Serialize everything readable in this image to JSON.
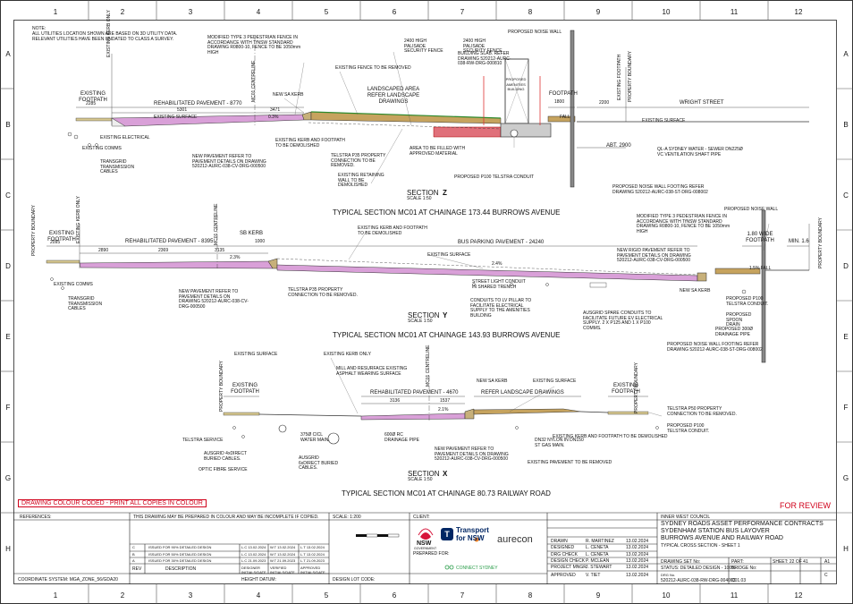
{
  "grid": {
    "columns": [
      "1",
      "2",
      "3",
      "4",
      "5",
      "6",
      "7",
      "8",
      "9",
      "10",
      "11",
      "12"
    ],
    "rows": [
      "A",
      "B",
      "C",
      "D",
      "E",
      "F",
      "G",
      "H"
    ]
  },
  "note": {
    "line1": "NOTE:",
    "line2": "ALL UTILITIES LOCATION SHOWN ARE BASED ON 3D UTILITY DATA.",
    "line3": "RELEVANT UTILITIES HAVE BEEN UNDATED TO CLASS A SURVEY."
  },
  "section_z": {
    "existing_footpath": "EXISTING FOOTPATH",
    "existing_footpath_dim": "2285",
    "existing_kerb_only": "EXISTING KERB ONLY",
    "mc01_centreline": "MC01 CENTRELINE",
    "rehab_pavement": "REHABILITATED PAVEMENT - 8770",
    "dim_5301": "5301",
    "dim_3471": "3471",
    "new_sa_kerb": "NEW SA KERB",
    "slope": "0.3%",
    "existing_surface": "EXISTING SURFACE",
    "modified_fence": "MODIFIED TYPE 3 PEDESTRIAN FENCE IN ACCORDANCE WITH TfNSW STANDARD DRAWING R0800-10, FENCE TO BE 1050mm HIGH",
    "palisade_left": "2400 HIGH PALISADE SECURITY FENCE",
    "palisade_right": "2400 HIGH PALISADE SECURITY FENCE",
    "building_slab": "BUILDING SLAB. REFER DRAWING 520212-AURC-038-RW-DRG-000810",
    "proposed_amenities": "PROPOSED AMENITIES BUILDING",
    "proposed_noise_wall": "PROPOSED NOISE WALL",
    "existing_fence_removed": "EXISTING FENCE TO BE REMOVED",
    "landscaped_area": "LANDSCAPED AREA REFER LANDSCAPE DRAWINGS",
    "footpath": "FOOTPATH",
    "footpath_dim": "1800",
    "property_boundary": "PROPERTY BOUNDARY",
    "existing_footpath_right": "EXISTING FOOTPATH",
    "dim_2200": "2200",
    "wright_street": "WRIGHT STREET",
    "fall": "FALL",
    "existing_surface_right": "EXISTING SURFACE",
    "existing_electrical": "EXISTING ELECTRICAL",
    "existing_comms": "EXISTING COMMS",
    "transgrid": "TRANSGRID TRANSMISSION CABLES",
    "new_pavement": "NEW PAVEMENT REFER TO PAVEMENT DETAILS ON DRAWING 520212-AURC-038-CV-DRG-000500",
    "existing_kerb_demolished": "EXISTING KERB AND FOOTPATH TO BE DEMOLISHED",
    "telstra_p35": "TELSTRA P35 PROPERTY CONNECTION TO BE REMOVED.",
    "existing_retaining": "EXISTING RETAINING WALL TO BE DEMOLISHED",
    "area_filled": "AREA TO BE FILLED WITH APPROVED MATERIAL",
    "proposed_p100": "PROPOSED P100 TELSTRA CONDUIT",
    "abt": "ABT. 2900",
    "ql_a": "QL-A SYDNEY WATER - SEWER DN225Ø VC VENTILATION SHAFT PIPE",
    "noise_footing": "PROPOSED NOISE WALL FOOTING REFER DRAWING 520212-AURC-038-ST-DRG-008002",
    "section_label": "SECTION",
    "section_letter": "Z",
    "scale": "SCALE 1:50",
    "title": "TYPICAL SECTION MC01 AT CHAINAGE 173.44 BURROWS AVENUE"
  },
  "section_y": {
    "property_boundary": "PROPERTY BOUNDARY",
    "existing_footpath": "EXISTING FOOTPATH",
    "existing_footpath_dim": "2095",
    "existing_kerb_only": "EXISTING KERB ONLY",
    "mc01_centreline": "MC01 CENTRELINE",
    "rehab_pavement": "REHABILITATED PAVEMENT - 8395",
    "dim_2890": "2890",
    "dim_2369": "2369",
    "dim_3135": "3135",
    "sb_kerb": "SB KERB",
    "dim_1000": "1000",
    "slope_left": "2.3%",
    "existing_kerb_demolished": "EXISTING KERB AND FOOTPATH TO BE DEMOLISHED",
    "bus_parking": "BUS PARKING PAVEMENT - 24240",
    "existing_surface": "EXISTING SURFACE",
    "slope_mid": "2.4%",
    "modified_fence": "MODIFIED TYPE 3 PEDESTRIAN FENCE IN ACCORDANCE WITH TfNSW STANDARD DRAWING R0800-10, FENCE TO BE 1050mm HIGH",
    "proposed_noise_wall": "PROPOSED NOISE WALL",
    "wide_footpath": "1.80 WIDE FOOTPATH",
    "min": "MIN. 1.6",
    "fall": "1.5% FALL",
    "property_boundary_right": "PROPERTY BOUNDARY",
    "new_rigid": "NEW RIGID PAVEMENT REFER TO PAVEMENT DETAILS ON DRAWING 520212-AURC-038-CV-DRG-000500",
    "existing_comms": "EXISTING COMMS",
    "transgrid": "TRANSGRID TRANSMISSION CABLES",
    "new_pavement": "NEW PAVEMENT REFER TO PAVEMENT DETAILS ON DRAWING 520212-AURC-038-CV-DRG-000500",
    "telstra_p35": "TELSTRA P35 PROPERTY CONNECTION TO BE REMOVED.",
    "street_light": "STREET LIGHT CONDUIT IN SHARED TRENCH",
    "conduits_lv": "CONDUITS TO LV PILLAR TO FACILITATE ELECTRICAL SUPPLY TO THE AMENITIES BUILDING",
    "ausgrid_spare": "AUSGRID SPARE CONDUITS TO FACILITATE FUTURE EV ELECTRICAL SUPPLY. 2 X P125 AND 1 X P100 COMMS.",
    "new_sa_kerb": "NEW SA KERB",
    "proposed_p100": "PROPOSED P100 TELSTRA CONDUIT.",
    "spoon_drain": "PROPOSED SPOON DRAIN",
    "drainage_pipe": "PROPOSED 300Ø DRAINAGE PIPE",
    "noise_footing": "PROPOSED NOISE WALL FOOTING REFER DRAWING 520212-AURC-038-ST-DRG-008002",
    "section_label": "SECTION",
    "section_letter": "Y",
    "scale": "SCALE 1:50",
    "title": "TYPICAL SECTION MC01 AT CHAINAGE 143.93 BURROWS AVENUE"
  },
  "section_x": {
    "existing_surface_left": "EXISTING SURFACE",
    "existing_kerb_only": "EXISTING KERB ONLY",
    "mill_resurface": "MILL AND RESURFACE EXISTING ASPHALT WEARING SURFACE",
    "property_boundary": "PROPERTY BOUNDARY",
    "existing_footpath": "EXISTING FOOTPATH",
    "mc01_centreline": "MC01 CENTRELINE",
    "rehab_pavement": "REHABILITATED PAVEMENT - 4670",
    "dim_3136": "3136",
    "dim_1537": "1537",
    "slope": "2.1%",
    "new_sa_kerb": "NEW SA KERB",
    "existing_surface": "EXISTING SURFACE",
    "refer_landscape": "REFER LANDSCAPE DRAWINGS",
    "property_boundary_right": "PROPERTY BOUNDARY",
    "existing_footpath_right": "EXISTING FOOTPATH",
    "telstra_p50": "TELSTRA P50 PROPERTY CONNECTION TO BE REMOVED.",
    "proposed_p100": "PROPOSED P100 TELSTRA CONDUIT.",
    "telstra_service": "TELSTRA SERVICE",
    "ausgrid_indirect": "AUSGRID 4xDIRECT BURIED CABLES.",
    "optic_fibre": "OPTIC FIBRE SERVICE",
    "water_main": "375Ø CICL WATER MAIN.",
    "ausgrid_6x": "AUSGRID 6xDIRECT BURIED CABLES.",
    "drainage_rc": "600Ø RC DRAINAGE PIPE",
    "new_pavement": "NEW PAVEMENT REFER TO PAVEMENT DETAILS ON DRAWING 520212-AURC-038-CV-DRG-000500",
    "dn32_nylon": "DN32 NYLON IN DN150 ST GAS MAIN.",
    "existing_kerb_demolished": "EXISTING KERB AND FOOTPATH TO BE DEMOLISHED",
    "existing_pavement_removed": "EXISTING PAVEMENT TO BE REMOVED",
    "section_label": "SECTION",
    "section_letter": "X",
    "scale": "SCALE 1:50",
    "title": "TYPICAL SECTION MC01 AT CHAINAGE 80.73 RAILWAY ROAD"
  },
  "stamps": {
    "colour_coded": "DRAWING COLOUR CODED - PRINT ALL COPIES IN COLOUR",
    "for_review": "FOR REVIEW"
  },
  "title_block": {
    "references": "REFERENCES:",
    "colour_note": "THIS DRAWING MAY BE PREPARED IN COLOUR AND MAY BE INCOMPLETE IF COPIED.",
    "scale_label": "SCALE: 1:200",
    "client": "CLIENT:",
    "prepared_for": "PREPARED FOR:",
    "nsw": "NSW",
    "nsw_gov": "GOVERNMENT",
    "tfnsw1": "Transport",
    "tfnsw2": "for NSW",
    "connect_sydney": "CONNECT SYDNEY",
    "aurecon": "aurecon",
    "rev_rows": [
      {
        "rev": "C",
        "desc": "ISSUED FOR 90% DETAILED DESIGN",
        "d": "L.C 13.02.2024",
        "v": "W.T 13.02.2024",
        "a": "L.T 13.02.2024"
      },
      {
        "rev": "B",
        "desc": "ISSUED FOR 50% DETAILED DESIGN",
        "d": "L.C 13.02.2024",
        "v": "W.T 13.02.2024",
        "a": "L.T 13.02.2024"
      },
      {
        "rev": "A",
        "desc": "ISSUED FOR 30% DETAILED DESIGN",
        "d": "L.C 21.09.2023",
        "v": "W.T 21.09.2023",
        "a": "L.T 21.09.2023"
      }
    ],
    "rev_head": {
      "rev": "REV",
      "desc": "DESCRIPTION",
      "d": "DESIGNER INITIALS/DATE",
      "v": "VERIFIED INITIALS/DATE",
      "a": "APPROVED INITIALS/DATE"
    },
    "coordinate": "COORDINATE SYSTEM: MGA_ZONE_56/GDA20",
    "height_datum": "HEIGHT DATUM:",
    "design_lot": "DESIGN LOT CODE:",
    "drawn": "DRAWN",
    "drawn_name": "R. MARTINEZ",
    "drawn_date": "13.02.2024",
    "designed": "DESIGNED",
    "designed_name": "L. CENETA",
    "designed_date": "13.02.2024",
    "drg_check": "DRG CHECK",
    "drg_check_name": "L. CENETA",
    "drg_check_date": "13.02.2024",
    "design_check": "DESIGN CHECK",
    "design_check_name": "P. MCLEAN",
    "design_check_date": "13.02.2024",
    "project_mngr": "PROJECT MNGR",
    "project_mngr_name": "J. STEWART",
    "project_mngr_date": "13.02.2024",
    "approved": "APPROVED",
    "approved_name": "V. TIET",
    "approved_date": "13.02.2024",
    "council": "INNER WEST COUNCIL",
    "proj1": "SYDNEY ROADS ASSET PERFORMANCE CONTRACTS",
    "proj2": "SYDENHAM STATION BUS LAYOVER",
    "proj3": "BURROWS AVENUE AND RAILWAY ROAD",
    "proj4": "TYPICAL CROSS SECTION - SHEET 1",
    "drawing_set": "DRAWING SET No:",
    "status": "STATUS: DETAILED DESIGN - 100%",
    "drg_no_label": "DRG No.",
    "drg_no": "520212-AURC-038-RW-DRG-004003",
    "part": "PART:",
    "bridge_no": "BRIDGE No:",
    "sheet": "SHEET: 22  OF 41",
    "size": "A1",
    "rev": "C",
    "sub_no": "C01.03"
  }
}
